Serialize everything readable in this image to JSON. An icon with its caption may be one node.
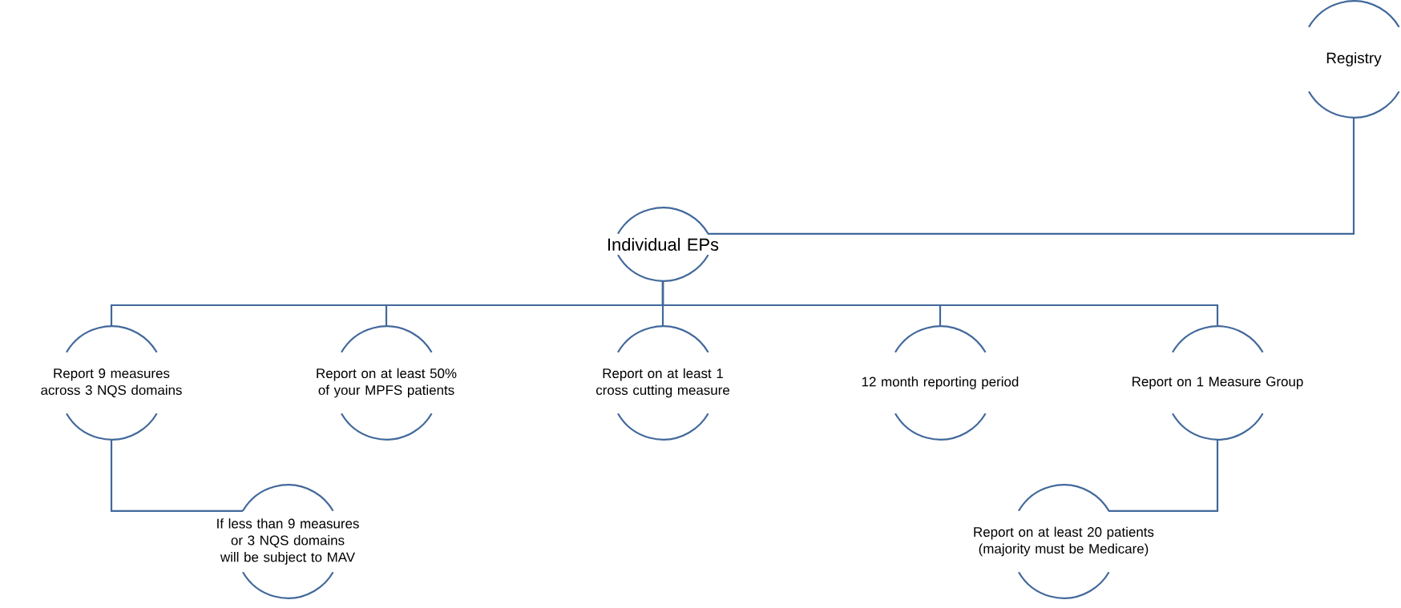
{
  "diagram": {
    "nodes": [
      {
        "text": [
          "Registry"
        ]
      },
      {
        "text": [
          "Individual EPs"
        ]
      },
      {
        "text": [
          "Report 9 measures across 3 NQS domains"
        ]
      },
      {
        "text": [
          "Report on at least 50% of your MPFS patients"
        ]
      },
      {
        "text": [
          "Report on at least 1 cross cutting measure"
        ]
      },
      {
        "text": [
          "12 month reporting period"
        ]
      },
      {
        "text": [
          "Report on 1 Measure Group"
        ]
      },
      {
        "text": [
          "If less than 9 measures or 3 NQS domains will be subject to MAV"
        ]
      },
      {
        "text": [
          "Report on at least 20 patients (majority must be Medicare)"
        ]
      }
    ],
    "edges": [
      {
        "from": 0,
        "to": 1,
        "arrow": "none"
      },
      {
        "from": 1,
        "to": 2,
        "arrow": "none"
      },
      {
        "from": 1,
        "to": 3,
        "arrow": "none"
      },
      {
        "from": 1,
        "to": 4,
        "arrow": "none"
      },
      {
        "from": 1,
        "to": 5,
        "arrow": "none"
      },
      {
        "from": 1,
        "to": 6,
        "arrow": "none"
      },
      {
        "from": 2,
        "to": 7,
        "arrow": "none"
      },
      {
        "from": 6,
        "to": 8,
        "arrow": "none"
      }
    ]
  }
}
